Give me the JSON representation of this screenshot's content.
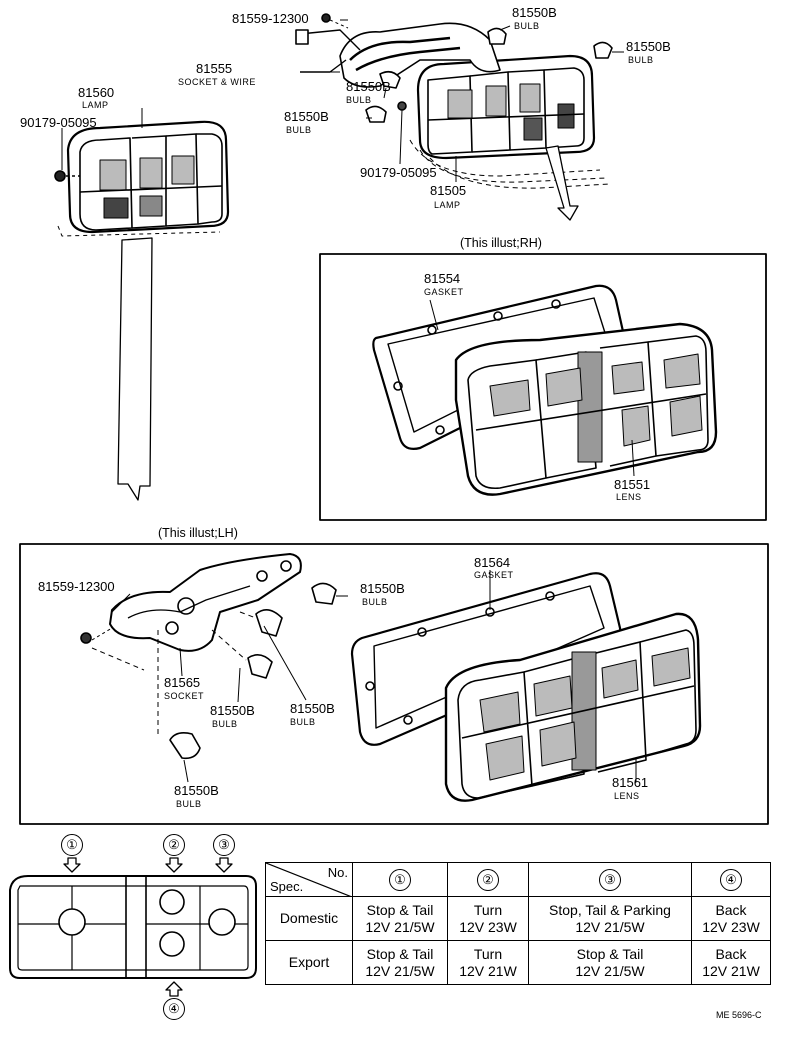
{
  "parts": {
    "p81559_top": "81559-12300",
    "p81550b_1": "81550B",
    "p81550b_1_sub": "BULB",
    "p81550b_2": "81550B",
    "p81550b_2_sub": "BULB",
    "p81555": "81555",
    "p81555_sub": "SOCKET & WIRE",
    "p81560": "81560",
    "p81560_sub": "LAMP",
    "p90179_left": "90179-05095",
    "p81550b_3": "81550B",
    "p81550b_3_sub": "BULB",
    "p81550b_4": "81550B",
    "p81550b_4_sub": "BULB",
    "p90179_right": "90179-05095",
    "p81505": "81505",
    "p81505_sub": "LAMP",
    "rh_caption": "(This illust;RH)",
    "p81554": "81554",
    "p81554_sub": "GASKET",
    "p81551": "81551",
    "p81551_sub": "LENS",
    "lh_caption": "(This illust;LH)",
    "p81559_lh": "81559-12300",
    "p81550b_5": "81550B",
    "p81550b_5_sub": "BULB",
    "p81564": "81564",
    "p81564_sub": "GASKET",
    "p81565": "81565",
    "p81565_sub": "SOCKET",
    "p81550b_6": "81550B",
    "p81550b_6_sub": "BULB",
    "p81550b_7": "81550B",
    "p81550b_7_sub": "BULB",
    "p81561": "81561",
    "p81561_sub": "LENS",
    "p81550b_8": "81550B",
    "p81550b_8_sub": "BULB"
  },
  "markers": [
    "①",
    "②",
    "③",
    "④"
  ],
  "spec_table": {
    "header_no": "No.",
    "header_spec": "Spec.",
    "cols": [
      "①",
      "②",
      "③",
      "④"
    ],
    "rows": [
      {
        "label": "Domestic",
        "cells": [
          [
            "Stop & Tail",
            "12V 21/5W"
          ],
          [
            "Turn",
            "12V 23W"
          ],
          [
            "Stop, Tail & Parking",
            "12V 21/5W"
          ],
          [
            "Back",
            "12V 23W"
          ]
        ]
      },
      {
        "label": "Export",
        "cells": [
          [
            "Stop & Tail",
            "12V 21/5W"
          ],
          [
            "Turn",
            "12V 21W"
          ],
          [
            "Stop & Tail",
            "12V 21/5W"
          ],
          [
            "Back",
            "12V 21W"
          ]
        ]
      }
    ]
  },
  "footer_code": "ME 5696-C"
}
